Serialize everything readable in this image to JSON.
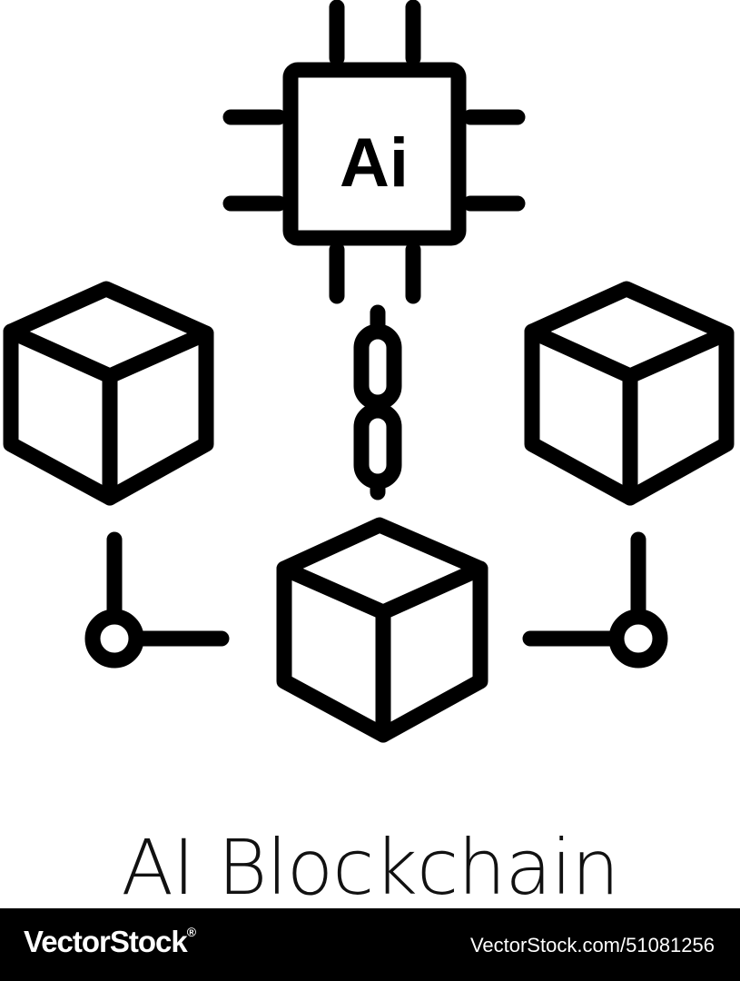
{
  "illustration": {
    "chip_label": "Ai",
    "stroke_color": "#000000",
    "icons": [
      "ai-chip-icon",
      "chain-link-icon",
      "block-cube-icon",
      "network-node-icon"
    ]
  },
  "caption": "AI Blockchain",
  "footer": {
    "logo_text": "VectorStock",
    "logo_mark": "®",
    "reference": "VectorStock.com/51081256",
    "background": "#000000",
    "text_color": "#ffffff"
  }
}
